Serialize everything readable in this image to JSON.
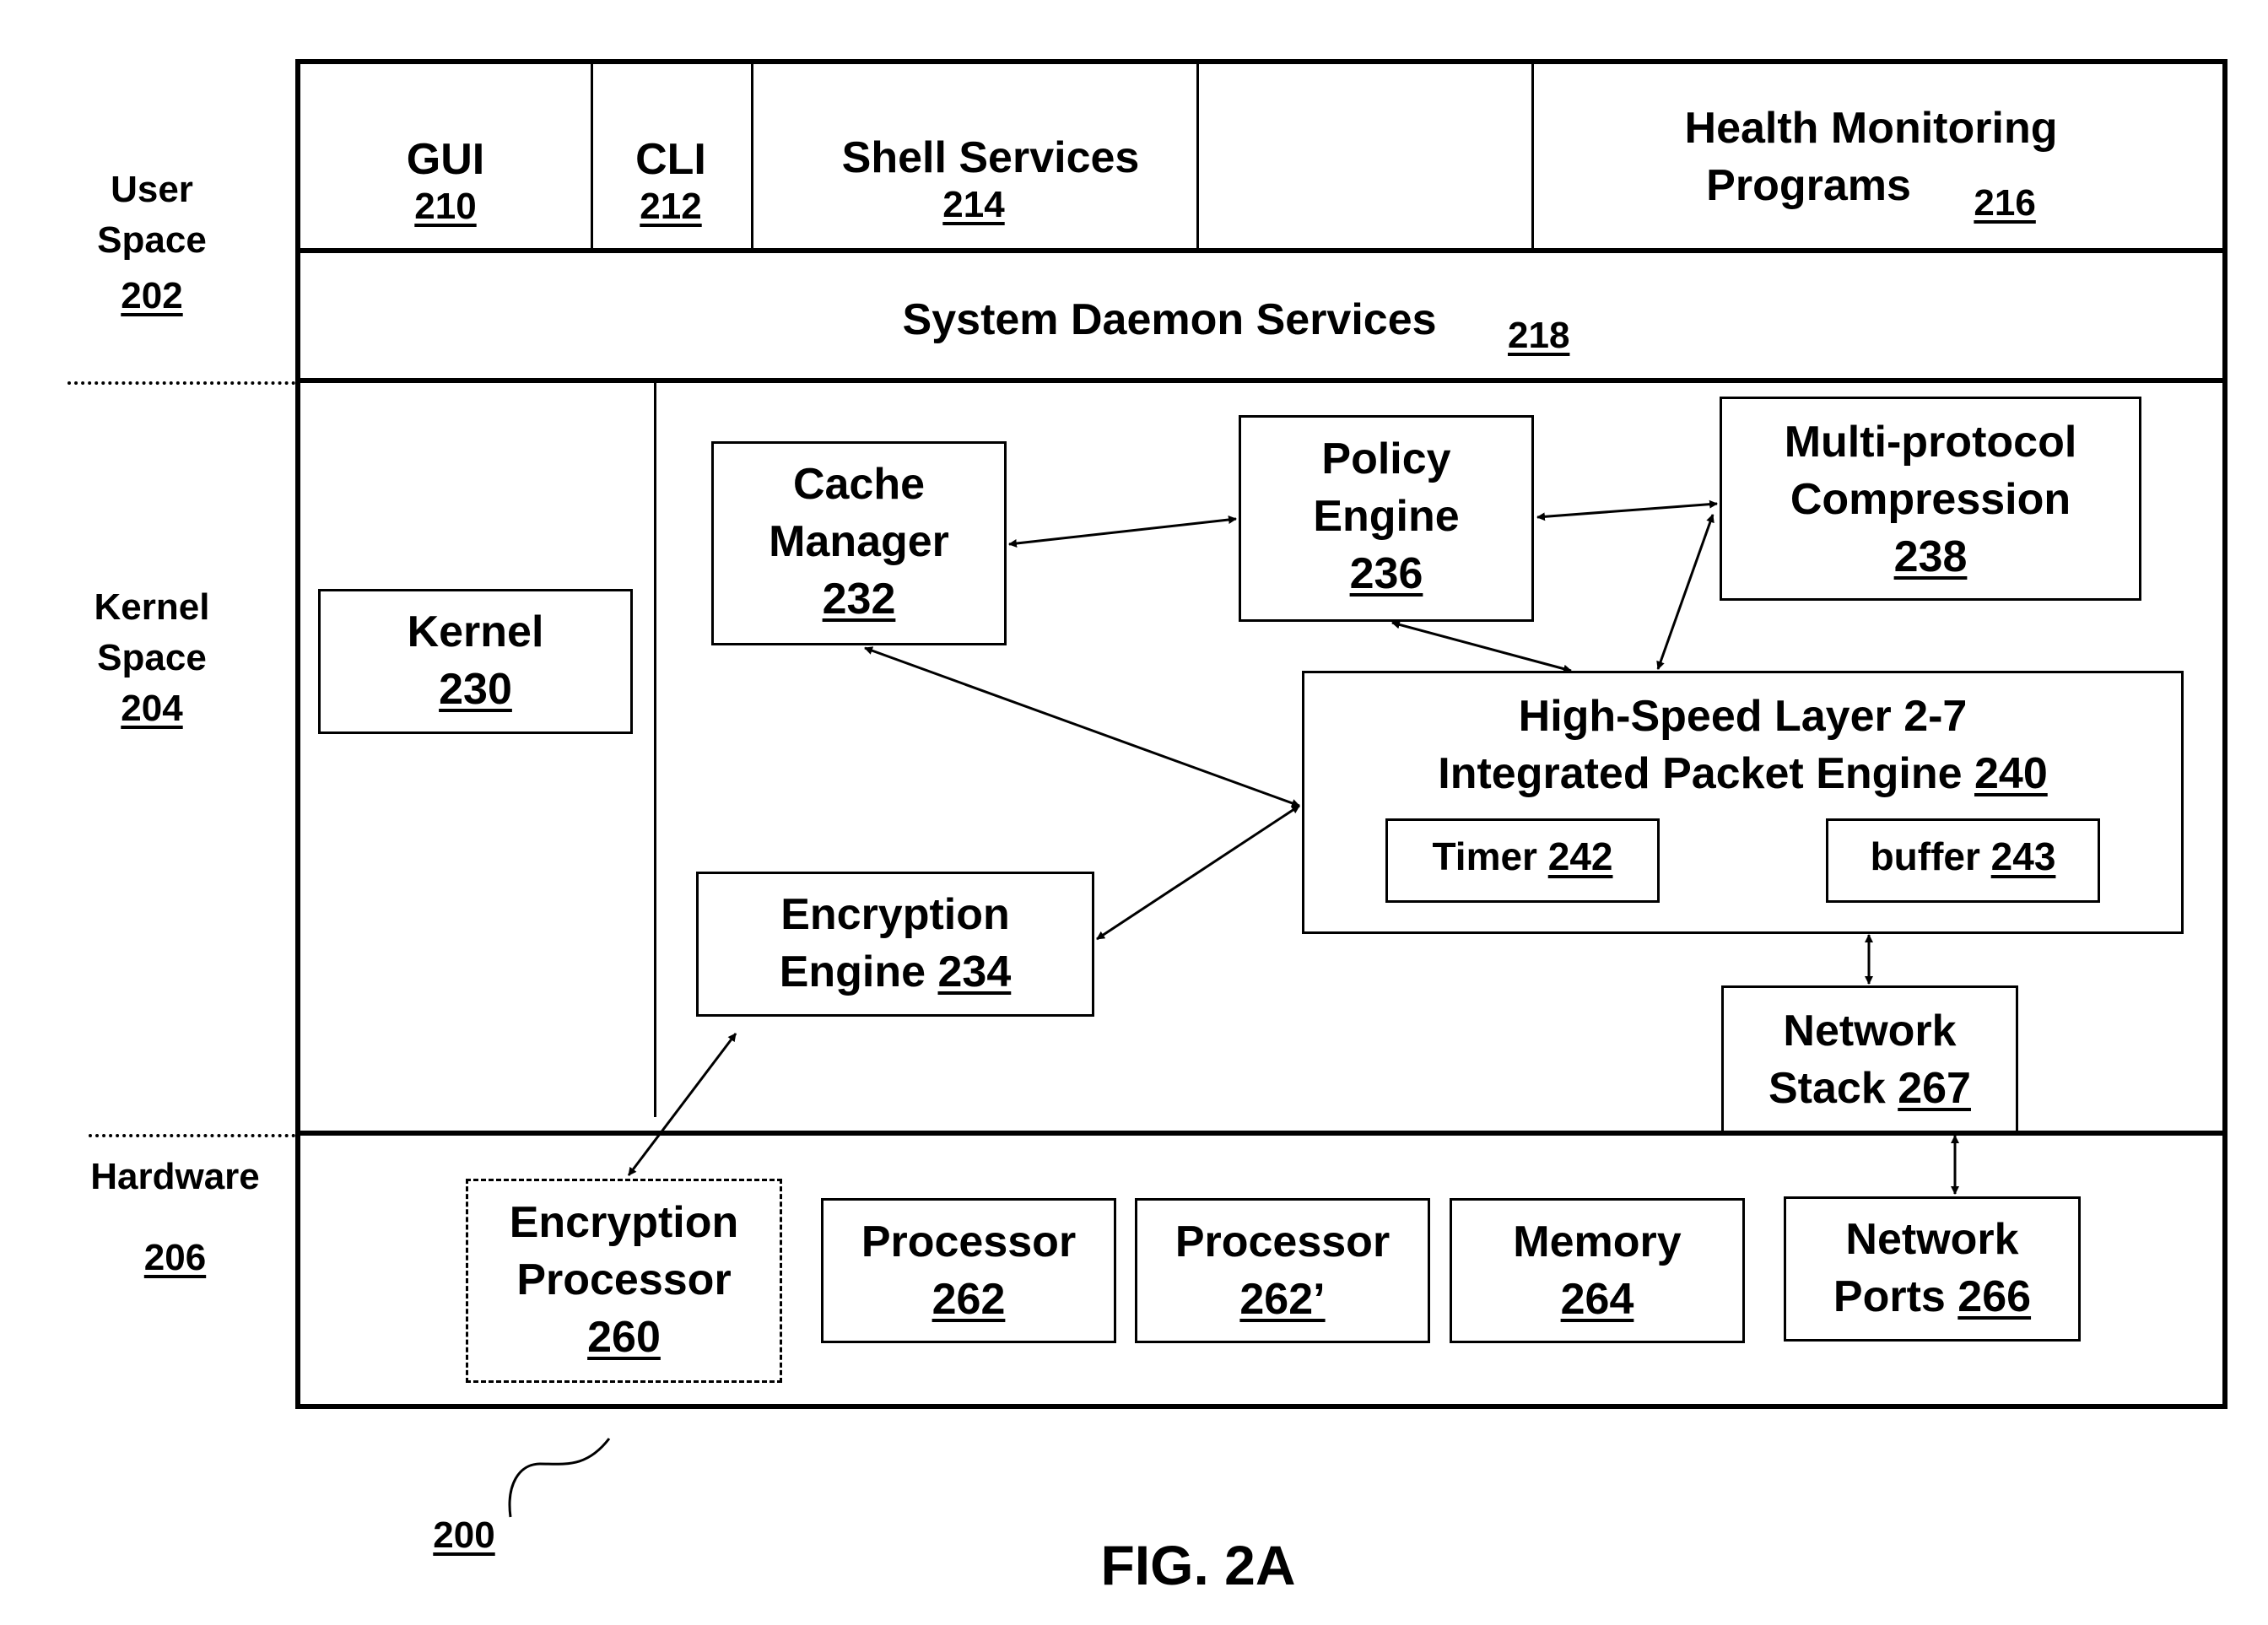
{
  "side_labels": {
    "user_space": {
      "line1": "User",
      "line2": "Space",
      "ref": "202"
    },
    "kernel_space": {
      "line1": "Kernel",
      "line2": "Space",
      "ref": "204"
    },
    "hardware": {
      "line1": "Hardware",
      "ref": "206"
    }
  },
  "user_space": {
    "gui": {
      "label": "GUI",
      "ref": "210"
    },
    "cli": {
      "label": "CLI",
      "ref": "212"
    },
    "shell": {
      "label": "Shell Services",
      "ref": "214"
    },
    "health": {
      "line1": "Health Monitoring",
      "line2": "Programs",
      "ref": "216"
    },
    "daemon": {
      "label": "System Daemon Services",
      "ref": "218"
    }
  },
  "kernel_space": {
    "kernel": {
      "label": "Kernel",
      "ref": "230"
    },
    "cache": {
      "line1": "Cache",
      "line2": "Manager",
      "ref": "232"
    },
    "policy": {
      "line1": "Policy",
      "line2": "Engine",
      "ref": "236"
    },
    "compression": {
      "line1": "Multi-protocol",
      "line2": "Compression",
      "ref": "238"
    },
    "packet_engine": {
      "line1": "High-Speed Layer 2-7",
      "line2": "Integrated Packet Engine ",
      "ref": "240"
    },
    "timer": {
      "label": "Timer ",
      "ref": "242"
    },
    "buffer": {
      "label": "buffer ",
      "ref": "243"
    },
    "encryption_engine": {
      "line1": "Encryption",
      "line2": "Engine ",
      "ref": "234"
    },
    "network_stack": {
      "line1": "Network",
      "line2": "Stack ",
      "ref": "267"
    }
  },
  "hardware": {
    "encryption_processor": {
      "line1": "Encryption",
      "line2": "Processor",
      "ref": "260"
    },
    "processor1": {
      "label": "Processor",
      "ref": "262"
    },
    "processor2": {
      "label": "Processor",
      "ref": "262’"
    },
    "memory": {
      "label": "Memory",
      "ref": "264"
    },
    "network_ports": {
      "line1": "Network",
      "line2": "Ports ",
      "ref": "266"
    }
  },
  "figure": {
    "ref": "200",
    "caption": "FIG. 2A"
  }
}
